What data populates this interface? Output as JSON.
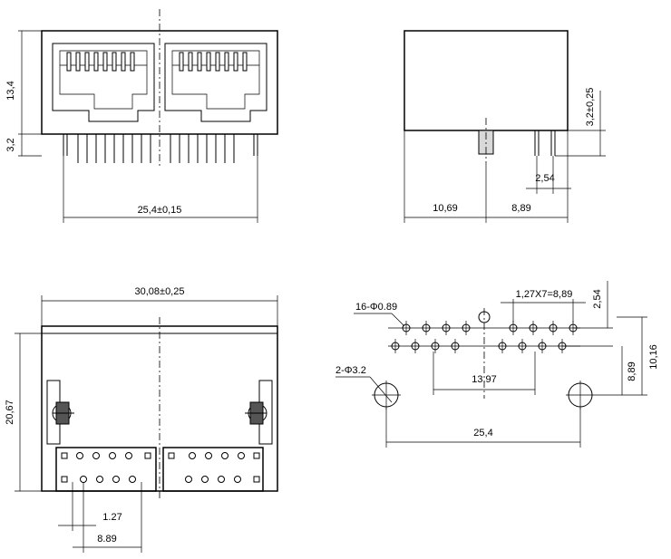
{
  "dimensions": {
    "front_height_top": "13,4",
    "front_height_bottom": "3,2",
    "front_pin_span": "25,4±0,15",
    "side_height": "3,2±0,25",
    "side_pitch": "2,54",
    "side_offset_a": "10,69",
    "side_offset_b": "8,89",
    "bottom_width": "30,08±0,25",
    "bottom_height": "20,67",
    "bottom_pitch": "1.27",
    "bottom_row_span": "8.89",
    "pcb_pin_holes": "16-Φ0.89",
    "pcb_pitch": "1,27X7=8,89",
    "pcb_row_offset": "2,54",
    "pcb_mount_holes": "2-Φ3.2",
    "pcb_center_span": "13.97",
    "pcb_mount_span": "25,4",
    "pcb_row_to_mount": "8,89",
    "pcb_top_to_mount": "10,16"
  }
}
